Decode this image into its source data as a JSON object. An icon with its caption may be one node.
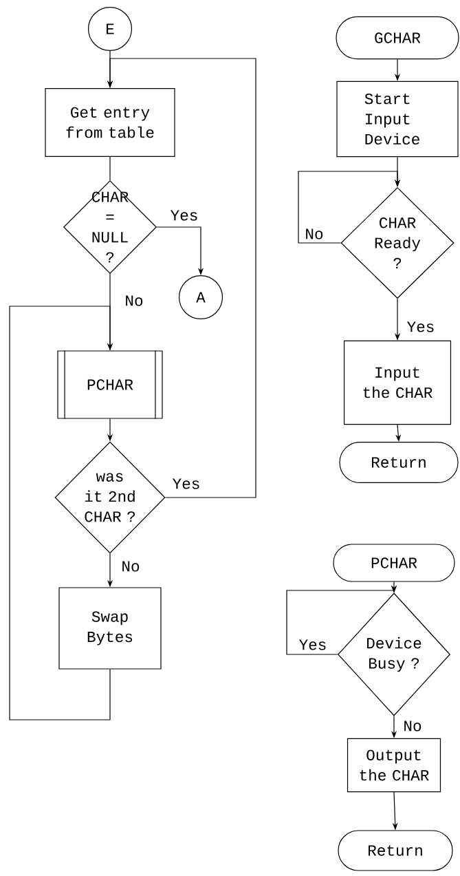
{
  "diagram": {
    "nodes": [
      {
        "text": [
          "E"
        ]
      },
      {
        "text": [
          "Get entry from table"
        ]
      },
      {
        "text": [
          "CHAR = NULL ?"
        ]
      },
      {
        "text": [
          "A"
        ]
      },
      {
        "text": [
          "PCHAR"
        ]
      },
      {
        "text": [
          "was it 2nd CHAR ?"
        ]
      },
      {
        "text": [
          "Swap Bytes"
        ]
      },
      {
        "text": [
          "GCHAR"
        ]
      },
      {
        "text": [
          "Start Input Device"
        ]
      },
      {
        "text": [
          "CHAR Ready ?"
        ]
      },
      {
        "text": [
          "Input the CHAR"
        ]
      },
      {
        "text": [
          "Return"
        ]
      },
      {
        "text": [
          "PCHAR"
        ]
      },
      {
        "text": [
          "Device Busy ?"
        ]
      },
      {
        "text": [
          "Output the CHAR"
        ]
      },
      {
        "text": [
          "Return"
        ]
      }
    ],
    "edges": [
      {
        "from": 0,
        "to": 1,
        "arrow": "to"
      },
      {
        "from": 1,
        "to": 2,
        "arrow": "none"
      },
      {
        "from": 2,
        "to": 3,
        "arrow": "to",
        "label": "Yes"
      },
      {
        "from": 2,
        "to": 4,
        "arrow": "to",
        "label": "No"
      },
      {
        "from": 4,
        "to": 5,
        "arrow": "to"
      },
      {
        "from": 5,
        "to": 1,
        "arrow": "to",
        "label": "Yes"
      },
      {
        "from": 5,
        "to": 6,
        "arrow": "to",
        "label": "No"
      },
      {
        "from": 6,
        "to": 4,
        "arrow": "to"
      },
      {
        "from": 7,
        "to": 8,
        "arrow": "to"
      },
      {
        "from": 8,
        "to": 9,
        "arrow": "to"
      },
      {
        "from": 9,
        "to": 9,
        "arrow": "to",
        "label": "No"
      },
      {
        "from": 9,
        "to": 10,
        "arrow": "to",
        "label": "Yes"
      },
      {
        "from": 10,
        "to": 11,
        "arrow": "to"
      },
      {
        "from": 12,
        "to": 13,
        "arrow": "to"
      },
      {
        "from": 13,
        "to": 13,
        "arrow": "to",
        "label": "Yes"
      },
      {
        "from": 13,
        "to": 14,
        "arrow": "to",
        "label": "No"
      },
      {
        "from": 14,
        "to": 15,
        "arrow": "to"
      }
    ]
  }
}
